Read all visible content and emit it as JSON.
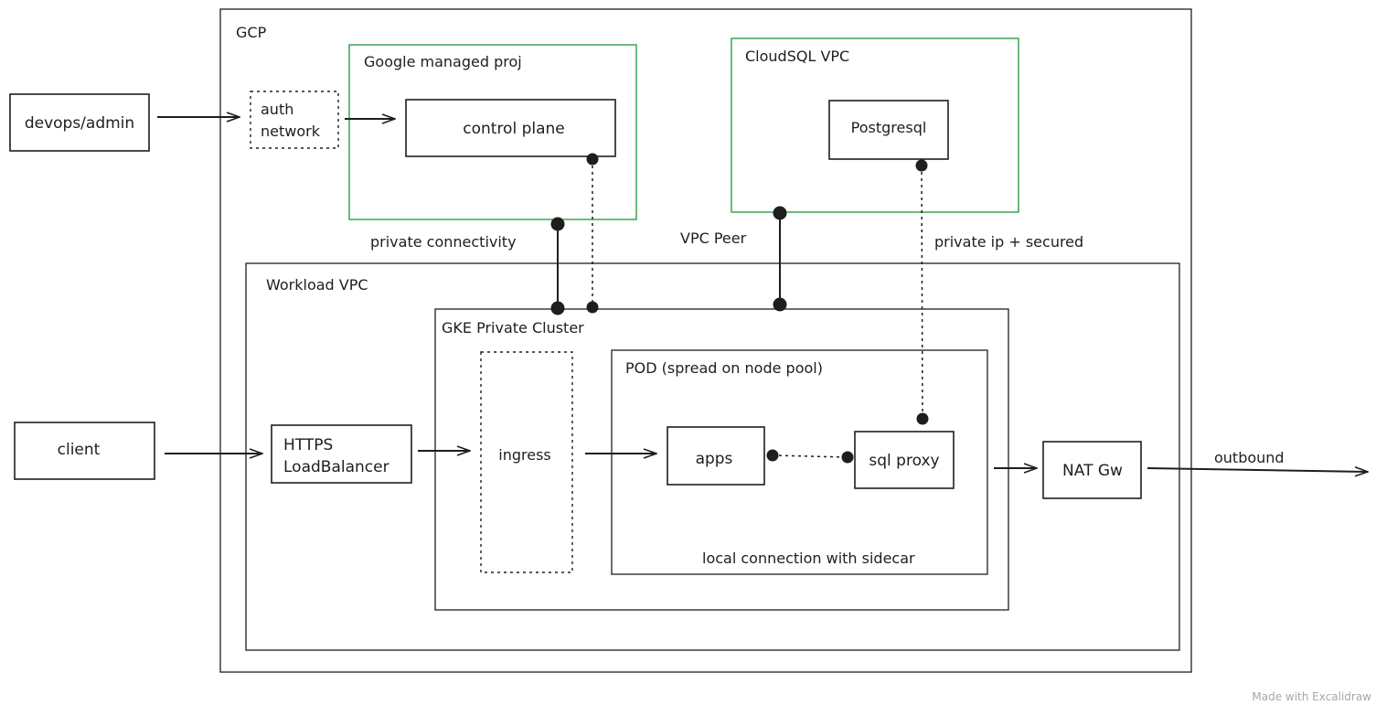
{
  "nodes": {
    "gcp": "GCP",
    "google_managed": "Google managed proj",
    "cloudsql_vpc": "CloudSQL VPC",
    "devops": "devops/admin",
    "auth_network_line1": "auth",
    "auth_network_line2": "network",
    "control_plane": "control plane",
    "postgresql": "Postgresql",
    "workload_vpc": "Workload VPC",
    "gke_cluster": "GKE Private Cluster",
    "pod": "POD (spread on node pool)",
    "client": "client",
    "lb_line1": "HTTPS",
    "lb_line2": "LoadBalancer",
    "ingress": "ingress",
    "apps": "apps",
    "sql_proxy": "sql proxy",
    "nat": "NAT Gw"
  },
  "edges": {
    "private_connectivity": "private connectivity",
    "vpc_peer": "VPC Peer",
    "private_ip": "private ip + secured",
    "local_connection": "local connection with sidecar",
    "outbound": "outbound"
  },
  "watermark": "Made with Excalidraw",
  "colors": {
    "stroke": "#1e1e1e",
    "group_border": "#2f9e44",
    "watermark": "#a6a6b0"
  }
}
